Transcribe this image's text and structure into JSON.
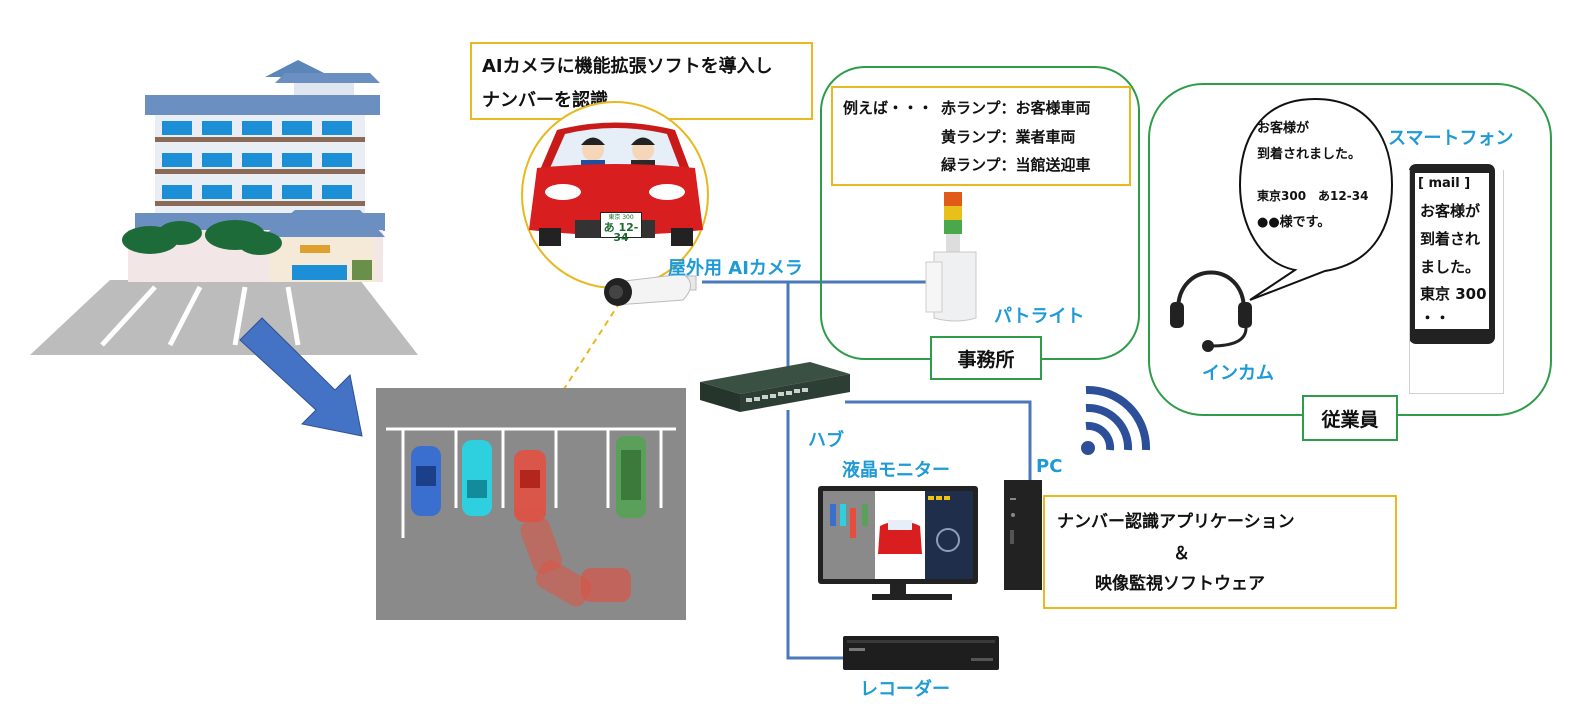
{
  "callout_top": {
    "line1": "AIカメラに機能拡張ソフトを導入し",
    "line2": "ナンバーを認識"
  },
  "lamp_legend": {
    "row1_prefix": "例えば・・・",
    "row1": "赤ランプ：お客様車両",
    "row2": "黄ランプ：業者車両",
    "row3": "緑ランプ：当館送迎車"
  },
  "labels": {
    "camera": "屋外用 AIカメラ",
    "patlite": "パトライト",
    "office": "事務所",
    "hub": "ハブ",
    "pc": "PC",
    "monitor": "液晶モニター",
    "recorder": "レコーダー",
    "intercom": "インカム",
    "smartphone": "スマートフォン",
    "staff": "従業員"
  },
  "speech_bubble": {
    "line1": "お客様が",
    "line2": "到着されました。",
    "line3": "東京300　あ12-34",
    "line4": "●●様です。"
  },
  "phone_screen": {
    "header": "[ mail ]",
    "line1": "お客様が",
    "line2": "到着され",
    "line3": "ました。",
    "line4": "東京 300",
    "line5": "・・"
  },
  "software_box": {
    "line1": "ナンバー認識アプリケーション",
    "line2": "＆",
    "line3": "映像監視ソフトウェア"
  },
  "plate": {
    "top": "東京 300",
    "bottom": "あ 12-34"
  },
  "colors": {
    "line_blue": "#4a78b9",
    "label_blue": "#1e9ad6",
    "box_yellow": "#e8b81e",
    "box_green": "#2e9d4a",
    "car_red": "#d81e1e"
  }
}
